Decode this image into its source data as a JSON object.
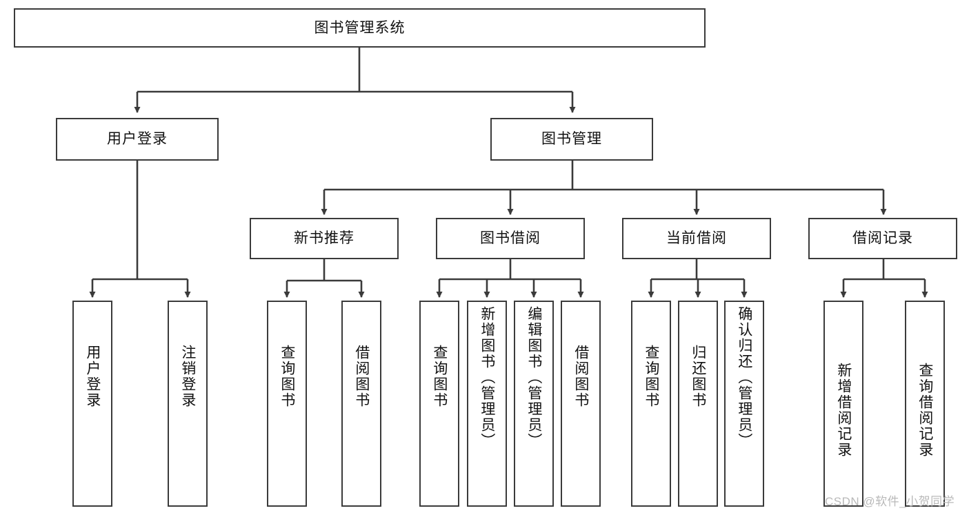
{
  "diagram": {
    "type": "tree-hierarchy",
    "title": "图书管理系统",
    "watermark": "CSDN @软件_小贺同学",
    "colors": {
      "box_border": "#3a3a3a",
      "box_fill": "#ffffff",
      "connector": "#3a3a3a",
      "text": "#111111",
      "watermark": "#b9b9b9"
    },
    "root": {
      "label": "图书管理系统"
    },
    "level2": [
      {
        "label": "用户登录"
      },
      {
        "label": "图书管理"
      }
    ],
    "level3": [
      {
        "label": "新书推荐"
      },
      {
        "label": "图书借阅"
      },
      {
        "label": "当前借阅"
      },
      {
        "label": "借阅记录"
      }
    ],
    "leaves": {
      "user_login": [
        {
          "label": "用户登录"
        },
        {
          "label": "注销登录"
        }
      ],
      "new_book": [
        {
          "label": "查询图书"
        },
        {
          "label": "借阅图书"
        }
      ],
      "book_borrow": [
        {
          "label": "查询图书"
        },
        {
          "label": "新增图书（管理员）"
        },
        {
          "label": "编辑图书（管理员）"
        },
        {
          "label": "借阅图书"
        }
      ],
      "current_borrow": [
        {
          "label": "查询图书"
        },
        {
          "label": "归还图书"
        },
        {
          "label": "确认归还（管理员）"
        }
      ],
      "borrow_record": [
        {
          "label": "新增借阅记录"
        },
        {
          "label": "查询借阅记录"
        }
      ]
    }
  }
}
